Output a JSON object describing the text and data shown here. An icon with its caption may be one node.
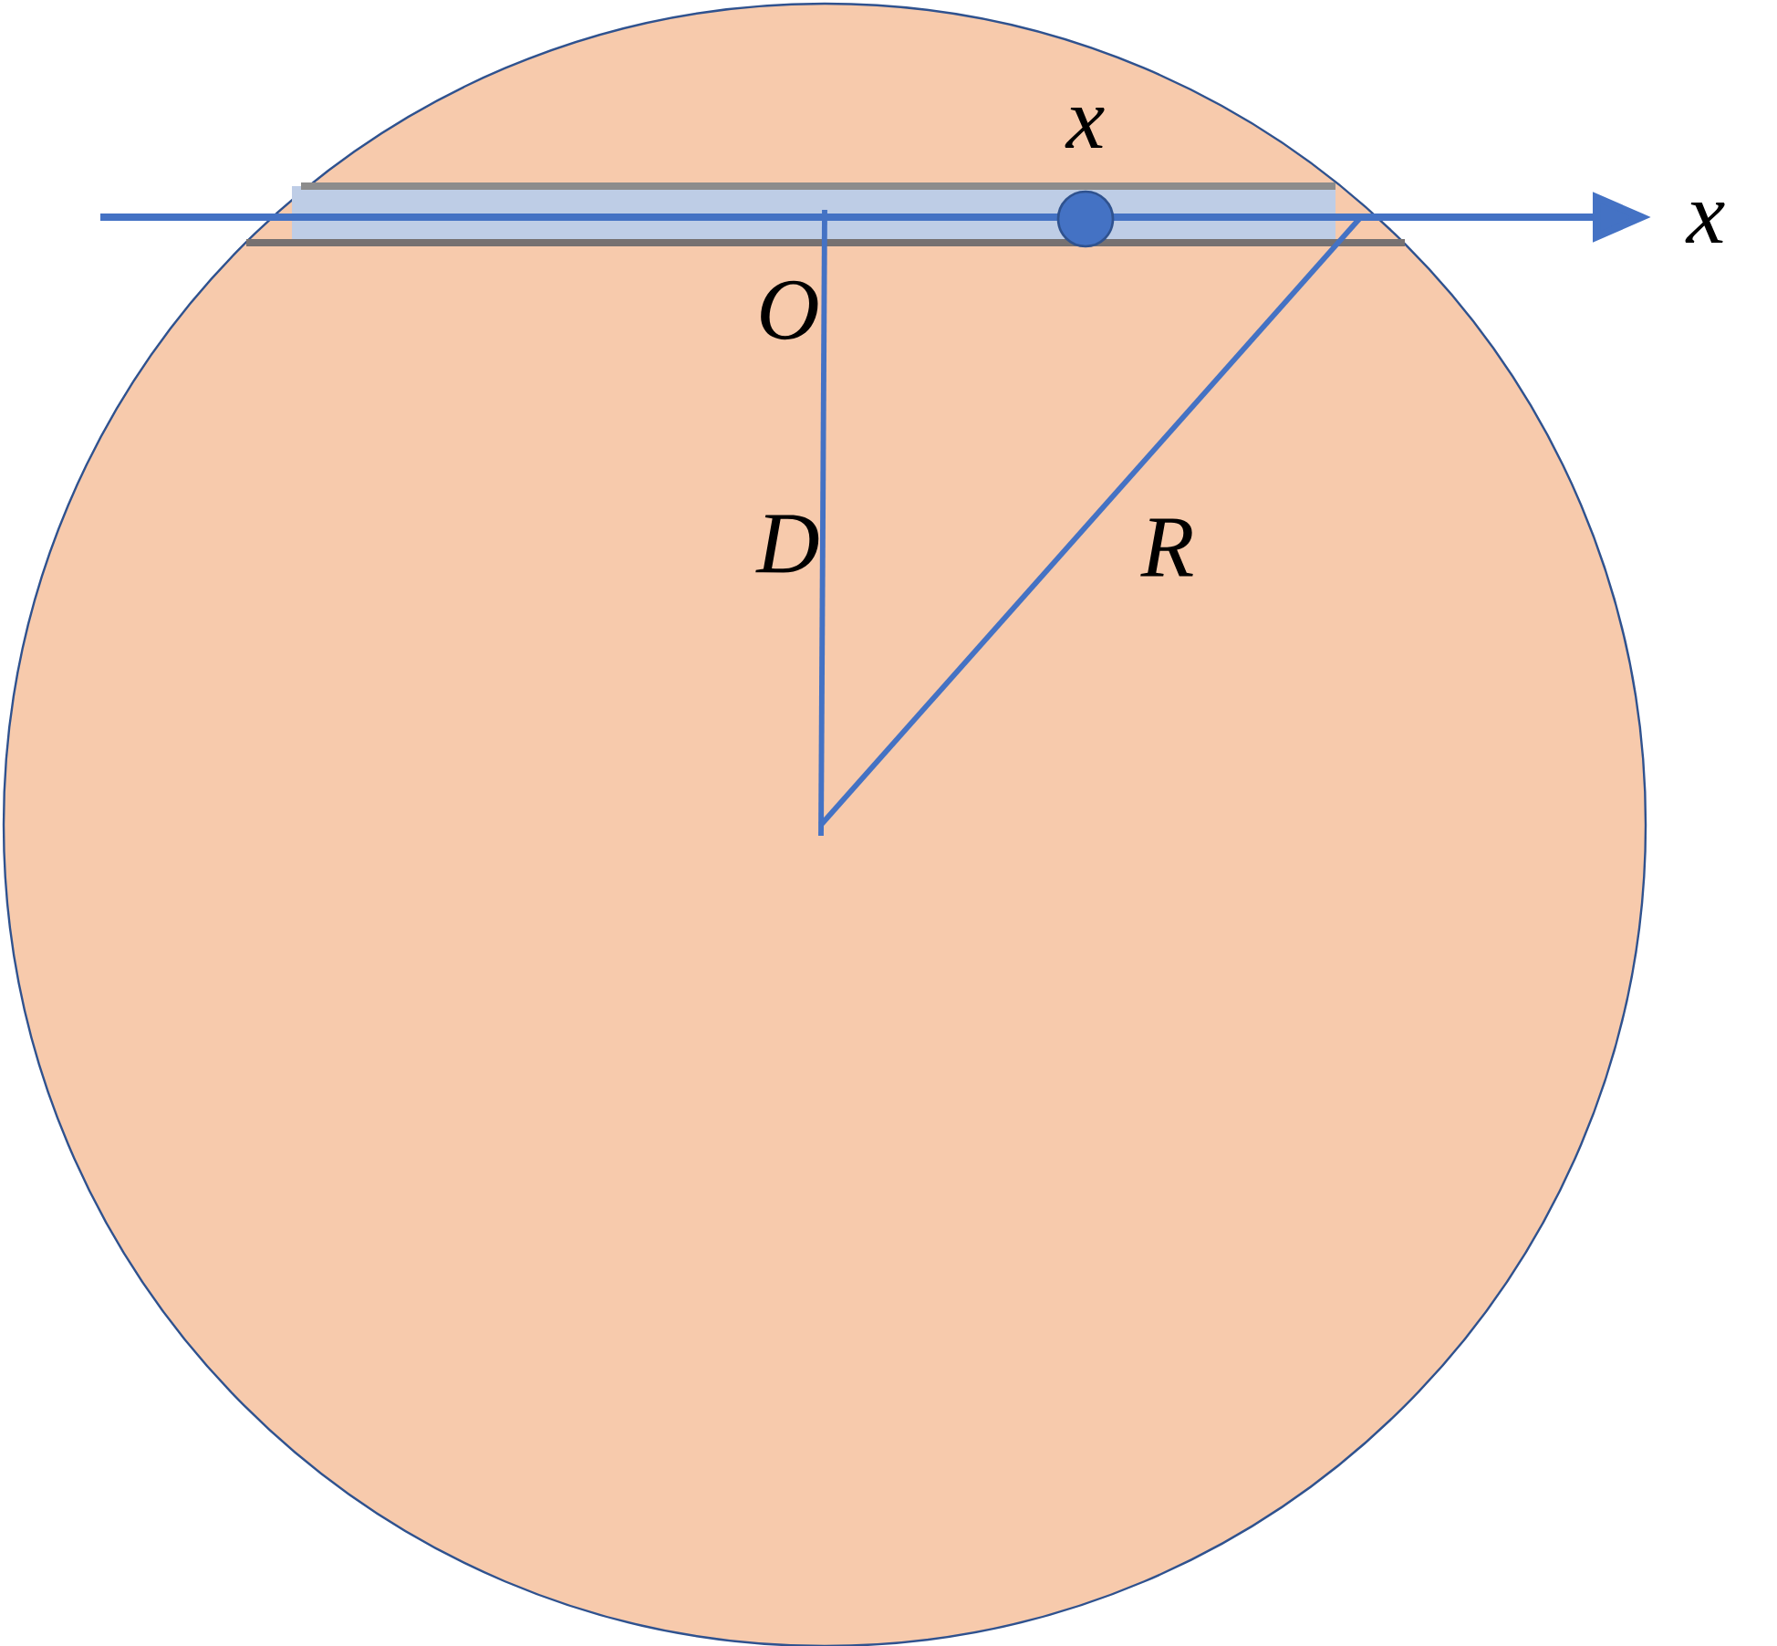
{
  "diagram": {
    "labels": [
      "x",
      "x",
      "O",
      "D",
      "R"
    ]
  }
}
